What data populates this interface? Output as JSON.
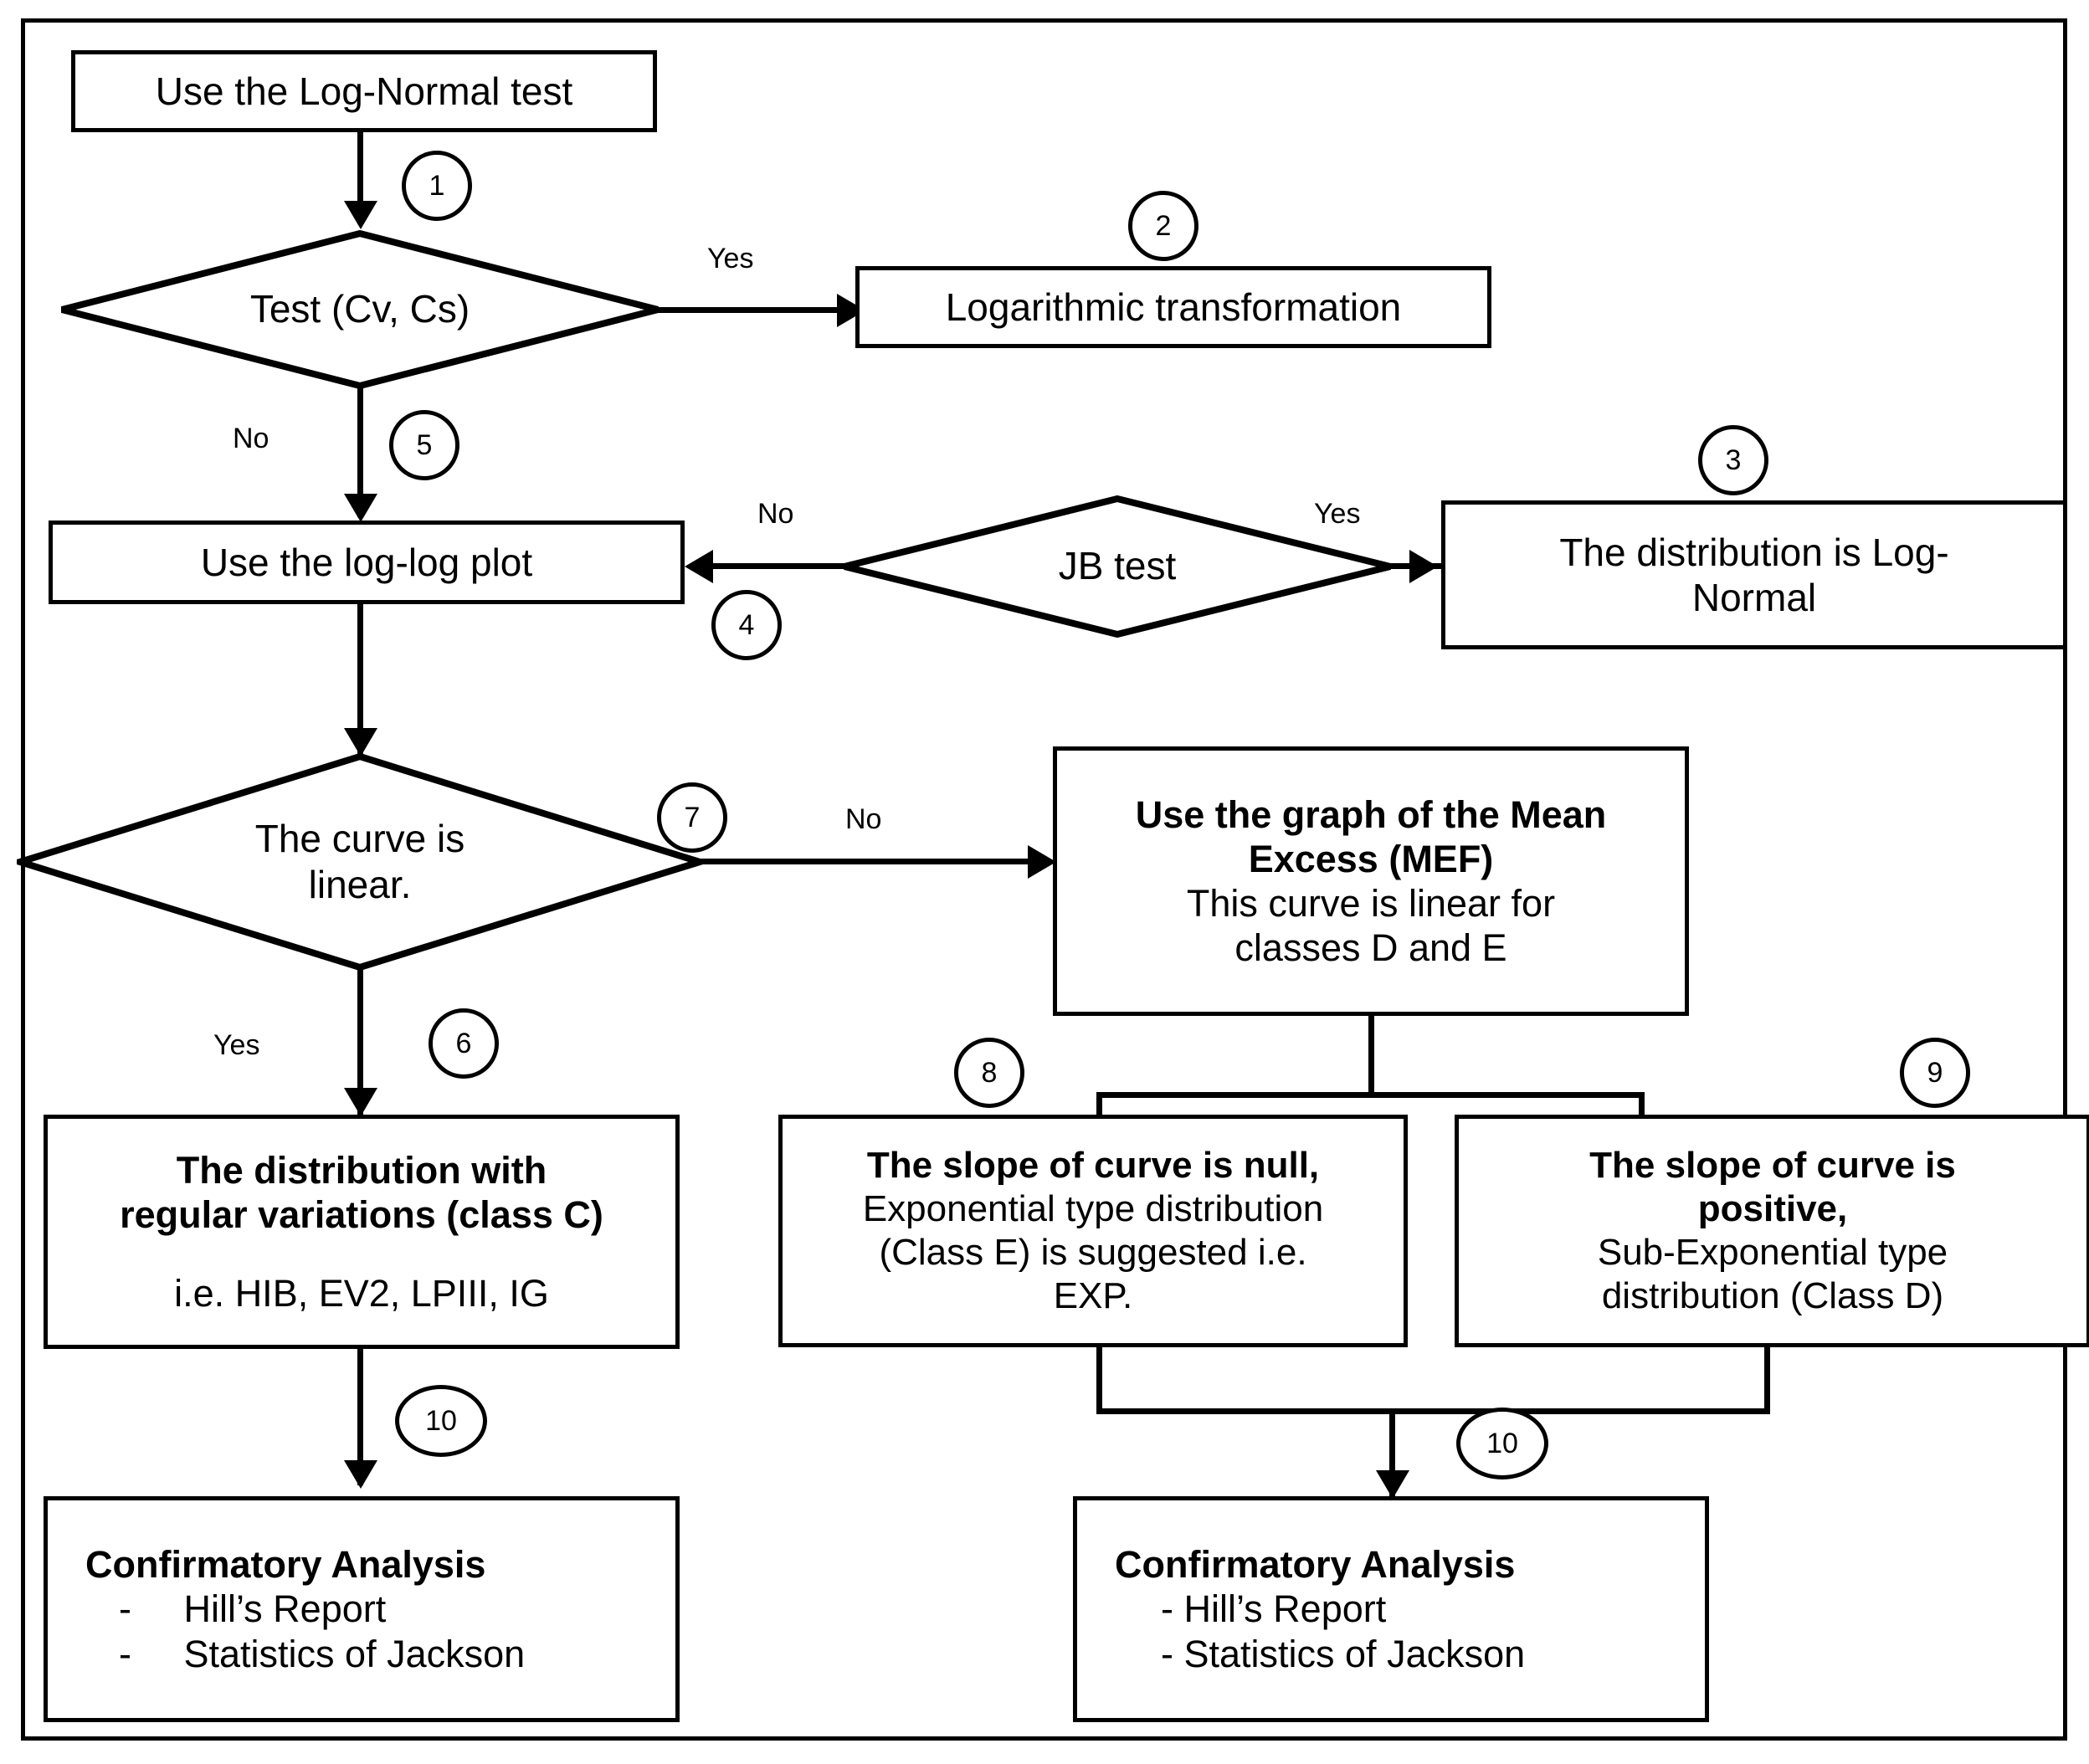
{
  "diagram": {
    "title_present": false,
    "type": "flowchart",
    "stroke_color": "#000000",
    "background_color": "#ffffff"
  },
  "nodes": {
    "log_normal_test": {
      "label": "Use the Log-Normal test"
    },
    "test_cv_cs": {
      "label": "Test (Cv, Cs)"
    },
    "log_transform": {
      "label": "Logarithmic transformation"
    },
    "log_log_plot": {
      "label": "Use the log-log plot"
    },
    "jb_test": {
      "label": "JB test"
    },
    "dist_log_normal": {
      "line1": "The distribution is Log-",
      "line2": "Normal"
    },
    "curve_linear": {
      "line1": "The curve is",
      "line2": "linear."
    },
    "mef_graph": {
      "line1": "Use the graph of the Mean",
      "line2": "Excess (MEF)",
      "line3": "This curve is linear for",
      "line4": "classes D and E"
    },
    "class_c": {
      "line1": "The distribution with",
      "line2": "regular variations (class C)",
      "line3": "i.e. HIB, EV2, LPIII, IG"
    },
    "class_e": {
      "line1": "The slope of curve is null,",
      "line2": "Exponential type distribution",
      "line3": "(Class E) is suggested i.e.",
      "line4": "EXP."
    },
    "class_d": {
      "line1": "The slope of curve is",
      "line2": "positive,",
      "line3": "Sub-Exponential type",
      "line4": "distribution (Class D)"
    },
    "confirmatory_left": {
      "title": "Confirmatory Analysis",
      "item1": "-     Hill’s Report",
      "item2": "-     Statistics of Jackson"
    },
    "confirmatory_right": {
      "title": "Confirmatory Analysis",
      "item1": "- Hill’s Report",
      "item2": "- Statistics of Jackson"
    }
  },
  "step_numbers": {
    "s1": "1",
    "s2": "2",
    "s3": "3",
    "s4": "4",
    "s5": "5",
    "s6": "6",
    "s7": "7",
    "s8": "8",
    "s9": "9",
    "s10_left": "10",
    "s10_right": "10"
  },
  "edge_labels": {
    "test_yes": "Yes",
    "test_no": "No",
    "jb_no": "No",
    "jb_yes": "Yes",
    "curve_no": "No",
    "curve_yes": "Yes"
  },
  "flow_edges": [
    {
      "from": "log_normal_test",
      "to": "test_cv_cs",
      "label": "",
      "step": "1"
    },
    {
      "from": "test_cv_cs",
      "to": "log_transform",
      "label": "Yes",
      "step": "2"
    },
    {
      "from": "test_cv_cs",
      "to": "log_log_plot",
      "label": "No",
      "step": "5"
    },
    {
      "from": "jb_test",
      "to": "log_log_plot",
      "label": "No",
      "step": "4"
    },
    {
      "from": "jb_test",
      "to": "dist_log_normal",
      "label": "Yes",
      "step": "3"
    },
    {
      "from": "log_log_plot",
      "to": "curve_linear",
      "label": "",
      "step": ""
    },
    {
      "from": "curve_linear",
      "to": "mef_graph",
      "label": "No",
      "step": "7"
    },
    {
      "from": "curve_linear",
      "to": "class_c",
      "label": "Yes",
      "step": "6"
    },
    {
      "from": "mef_graph",
      "to": "class_e",
      "label": "",
      "step": "8"
    },
    {
      "from": "mef_graph",
      "to": "class_d",
      "label": "",
      "step": "9"
    },
    {
      "from": "class_c",
      "to": "confirmatory_left",
      "label": "",
      "step": "10"
    },
    {
      "from": "class_e",
      "to": "confirmatory_right",
      "label": "",
      "step": "10"
    },
    {
      "from": "class_d",
      "to": "confirmatory_right",
      "label": "",
      "step": "10"
    }
  ]
}
